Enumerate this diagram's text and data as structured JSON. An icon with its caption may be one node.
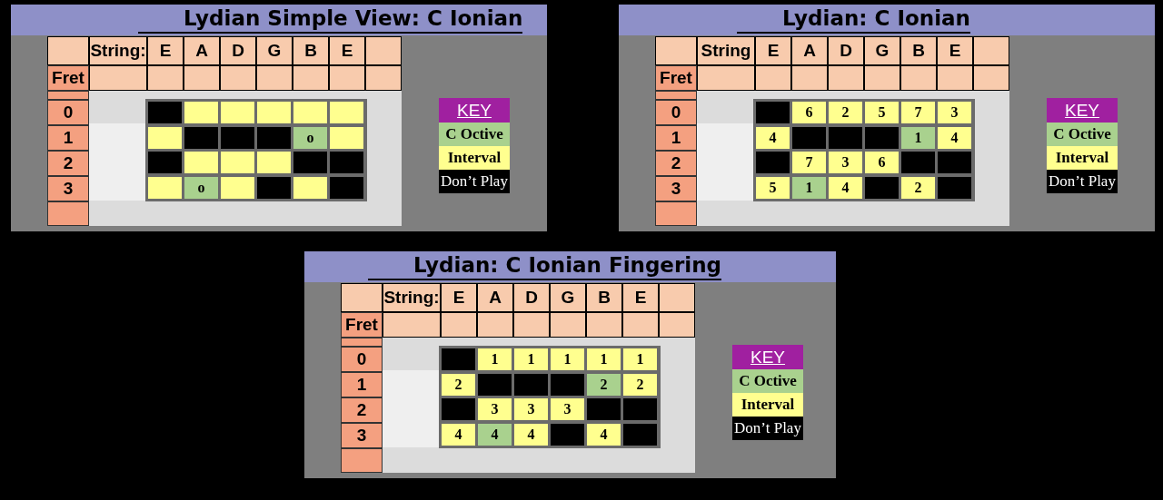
{
  "diagram": {
    "nodes": [
      {
        "text": [
          "Lydian Simple View: C Ionian"
        ]
      },
      {
        "text": [
          "Lydian: C Ionian"
        ]
      },
      {
        "text": [
          "Lydian: C Ionian Fingering"
        ]
      }
    ],
    "labels": [
      "String:",
      "E",
      "A",
      "D",
      "G",
      "B",
      "E",
      "Fret",
      "0",
      "1",
      "2",
      "3",
      "o",
      "o",
      "KEY",
      "String",
      "E",
      "A",
      "D",
      "G",
      "B",
      "E",
      "Fret",
      "0",
      "1",
      "2",
      "3",
      "6",
      "2",
      "5",
      "7",
      "3",
      "4",
      "1",
      "4",
      "7",
      "3",
      "6",
      "5",
      "1",
      "4",
      "2",
      "KEY",
      "String:",
      "E",
      "A",
      "D",
      "G",
      "B",
      "E",
      "Fret",
      "0",
      "1",
      "2",
      "3",
      "1",
      "1",
      "1",
      "1",
      "1",
      "2",
      "2",
      "2",
      "3",
      "3",
      "3",
      "4",
      "4",
      "4",
      "4",
      "KEY"
    ],
    "legend": [
      {
        "text": "C Octive",
        "color": "#a9d18e"
      },
      {
        "text": "Interval",
        "color": "#ffff8f"
      },
      {
        "text": "Don’t Play",
        "color": "#000000"
      },
      {
        "text": "C Octive",
        "color": "#a9d18e"
      },
      {
        "text": "Interval",
        "color": "#ffff8f"
      },
      {
        "text": "Don’t Play",
        "color": "#000000"
      },
      {
        "text": "C Octive",
        "color": "#a9d18e"
      },
      {
        "text": "Interval",
        "color": "#ffff8f"
      },
      {
        "text": "Don’t Play",
        "color": "#000000"
      }
    ]
  }
}
